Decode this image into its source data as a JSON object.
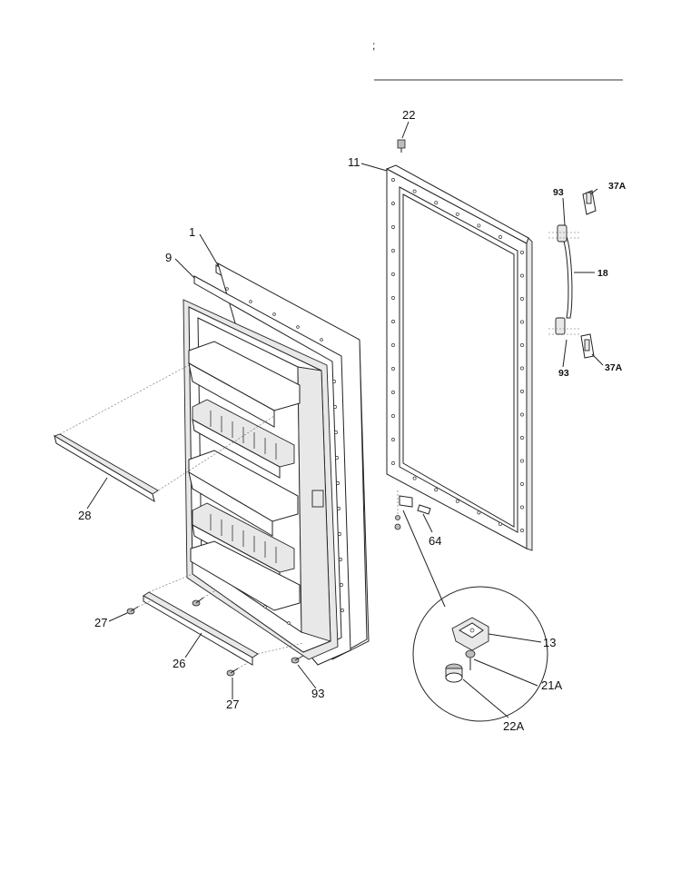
{
  "header": {
    "mark": ";"
  },
  "callouts": {
    "c1": "1",
    "c9": "9",
    "c28": "28",
    "c27a": "27",
    "c26": "26",
    "c27b": "27",
    "c93a": "93",
    "c22": "22",
    "c11": "11",
    "c64": "64",
    "c93b": "93",
    "c37a_top": "37A",
    "c18": "18",
    "c93c": "93",
    "c37a_bot": "37A",
    "c13": "13",
    "c21a": "21A",
    "c22a": "22A"
  }
}
